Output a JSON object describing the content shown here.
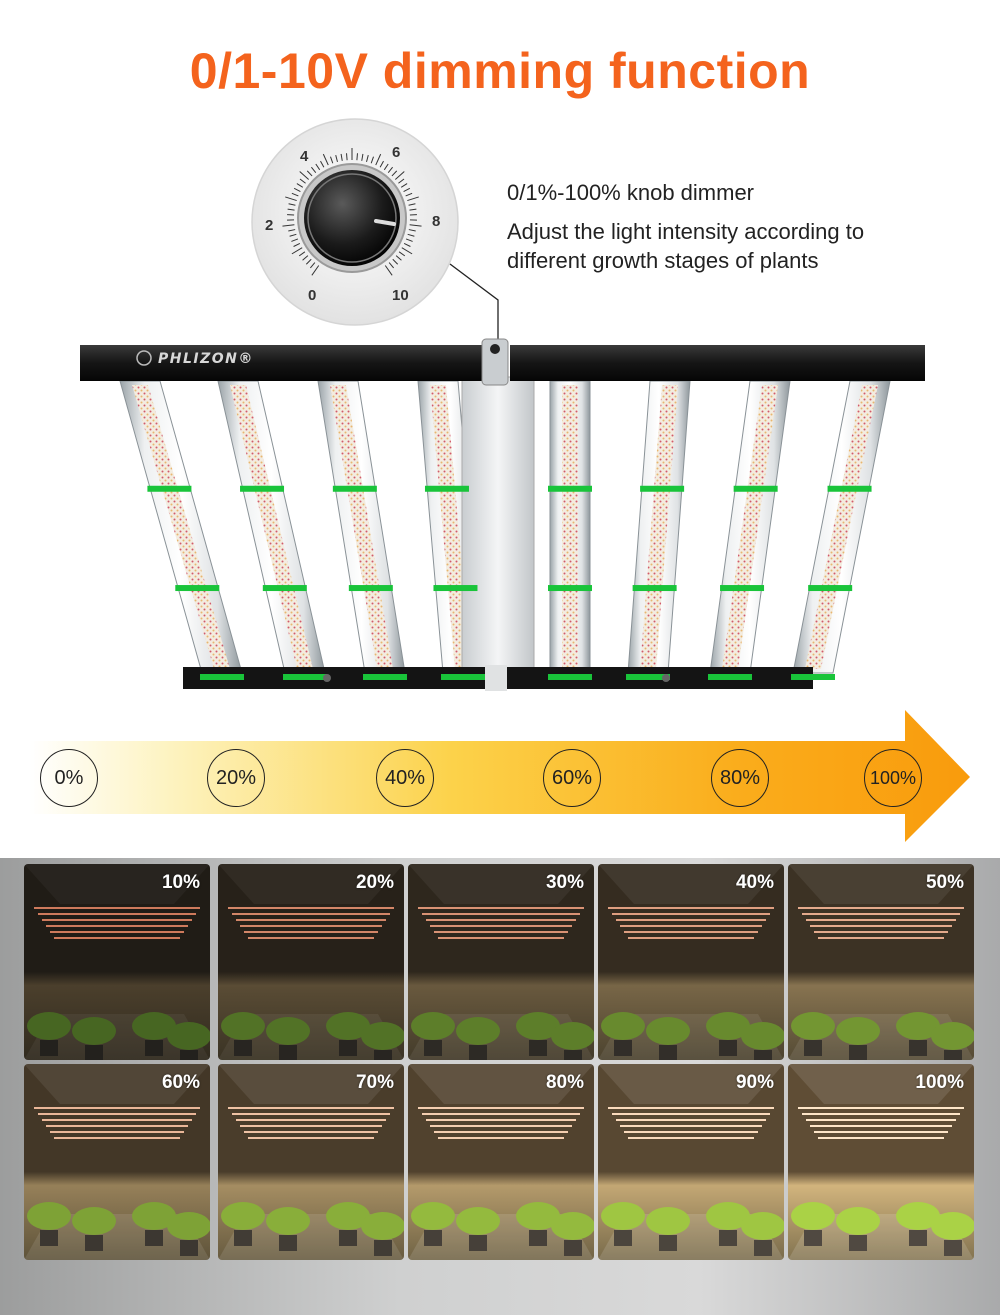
{
  "title": "0/1-10V dimming function",
  "knob": {
    "dial_numbers": [
      "4",
      "6",
      "2",
      "8",
      "0",
      "10"
    ],
    "line1": "0/1%-100% knob dimmer",
    "line2": "Adjust the light intensity according to different growth stages of plants"
  },
  "fixture": {
    "brand": "PHLIZON®"
  },
  "scale": {
    "steps": [
      "0%",
      "20%",
      "40%",
      "60%",
      "80%",
      "100%"
    ],
    "colors": {
      "start": "#fdf7dc",
      "mid": "#fcd24a",
      "end": "#f9a10d"
    }
  },
  "photos": [
    {
      "label": "10%",
      "level": 0.1
    },
    {
      "label": "20%",
      "level": 0.2
    },
    {
      "label": "30%",
      "level": 0.3
    },
    {
      "label": "40%",
      "level": 0.4
    },
    {
      "label": "50%",
      "level": 0.5
    },
    {
      "label": "60%",
      "level": 0.6
    },
    {
      "label": "70%",
      "level": 0.7
    },
    {
      "label": "80%",
      "level": 0.8
    },
    {
      "label": "90%",
      "level": 0.9
    },
    {
      "label": "100%",
      "level": 1.0
    }
  ],
  "colors": {
    "accent": "#f4631d",
    "led_green": "#19c43a"
  }
}
